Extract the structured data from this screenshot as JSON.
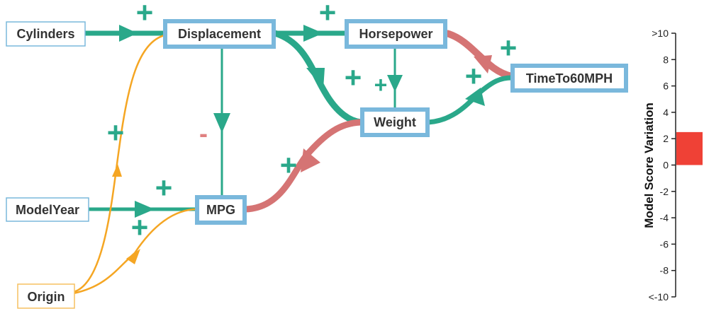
{
  "colors": {
    "positive": "#2aa88a",
    "negative": "#d57474",
    "origin_link": "#f5a623",
    "node_border": "#7ab8dc",
    "input_border": "#7ab8dc",
    "origin_border": "#f5c060",
    "score_bar": "#ef4136"
  },
  "nodes": {
    "cylinders": "Cylinders",
    "displacement": "Displacement",
    "horsepower": "Horsepower",
    "timeto60": "TimeTo60MPH",
    "weight": "Weight",
    "modelyear": "ModelYear",
    "mpg": "MPG",
    "origin": "Origin"
  },
  "signs": {
    "plus": "+",
    "minus": "-"
  },
  "score_axis": {
    "title": "Model Score Variation",
    "ticks": [
      ">10",
      "8",
      "6",
      "4",
      "2",
      "0",
      "-2",
      "-4",
      "-6",
      "-8",
      "<-10"
    ],
    "bar_from": 0,
    "bar_to": 2.5
  }
}
